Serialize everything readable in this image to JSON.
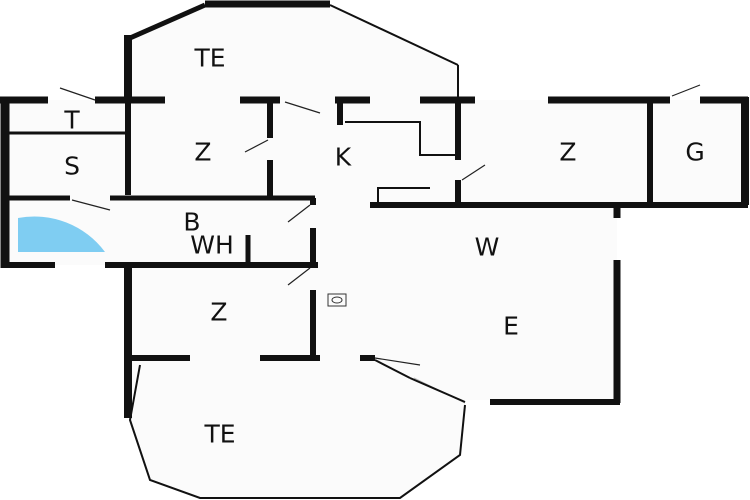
{
  "rooms": [
    {
      "id": "terrace-top",
      "label": "TE"
    },
    {
      "id": "toilet",
      "label": "T"
    },
    {
      "id": "shower",
      "label": "S"
    },
    {
      "id": "bedroom-1",
      "label": "Z"
    },
    {
      "id": "kitchen",
      "label": "K"
    },
    {
      "id": "bedroom-2",
      "label": "Z"
    },
    {
      "id": "garage",
      "label": "G"
    },
    {
      "id": "bathroom",
      "label": "B"
    },
    {
      "id": "water-heater",
      "label": "WH"
    },
    {
      "id": "living-w",
      "label": "W"
    },
    {
      "id": "living-e",
      "label": "E"
    },
    {
      "id": "bedroom-3",
      "label": "Z"
    },
    {
      "id": "terrace-bottom",
      "label": "TE"
    }
  ],
  "colors": {
    "wall": "#111111",
    "fill": "#fbfbfb",
    "shower": "#7fcdf2"
  }
}
